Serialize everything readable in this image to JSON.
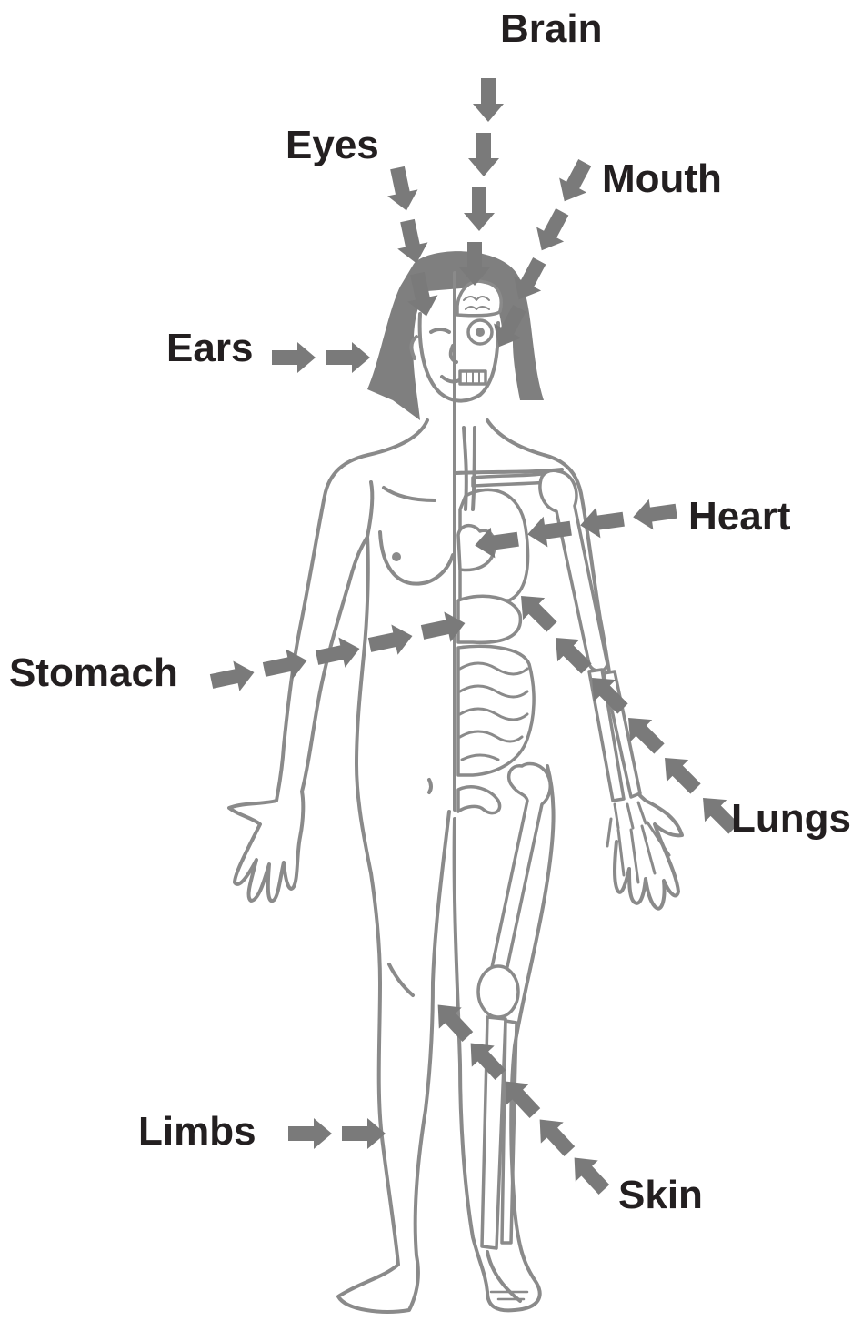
{
  "diagram": {
    "labels": {
      "brain": "Brain",
      "eyes": "Eyes",
      "mouth": "Mouth",
      "ears": "Ears",
      "heart": "Heart",
      "stomach": "Stomach",
      "lungs": "Lungs",
      "limbs": "Limbs",
      "skin": "Skin"
    }
  },
  "colors": {
    "outline": "#8a8a8a",
    "arrow": "#7a7a7a",
    "hair": "#7f7f7f",
    "label": "#231f20"
  }
}
